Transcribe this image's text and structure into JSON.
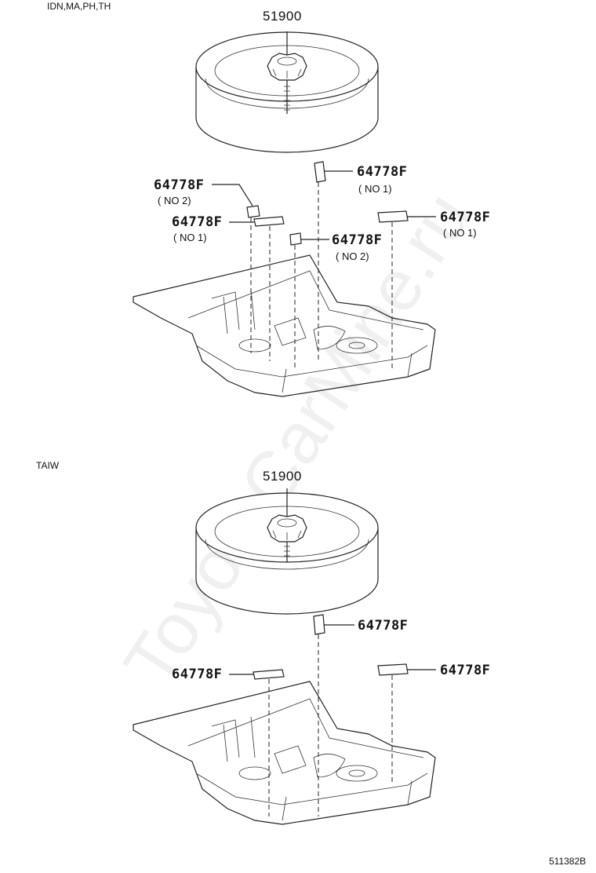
{
  "watermark": "ToyotaCarMine.ru",
  "illustration_id": "511382B",
  "sections": [
    {
      "region": "IDN,MA,PH,TH",
      "tire_part": "51900",
      "callouts": [
        {
          "part": "64778F",
          "note": "( NO 1)"
        },
        {
          "part": "64778F",
          "note": "( NO 2)"
        },
        {
          "part": "64778F",
          "note": "( NO 1)"
        },
        {
          "part": "64778F",
          "note": "( NO 2)"
        },
        {
          "part": "64778F",
          "note": "( NO 1)"
        }
      ]
    },
    {
      "region": "TAIW",
      "tire_part": "51900",
      "callouts": [
        {
          "part": "64778F"
        },
        {
          "part": "64778F"
        },
        {
          "part": "64778F"
        }
      ]
    }
  ]
}
